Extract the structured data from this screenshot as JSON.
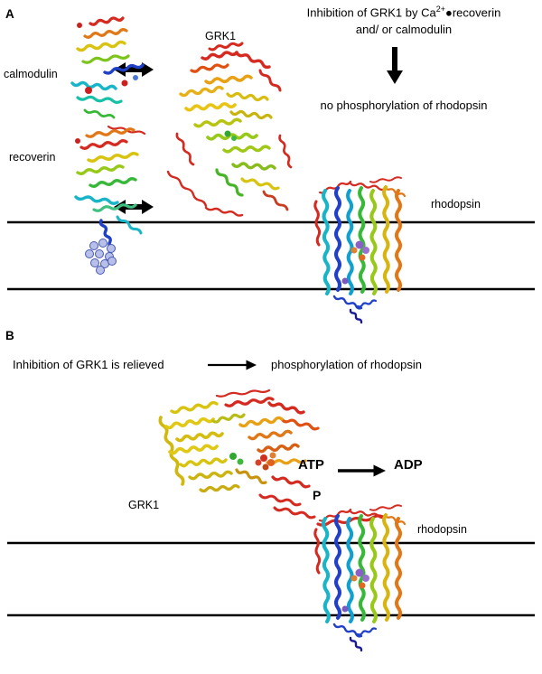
{
  "figure": {
    "background": "#ffffff",
    "membrane_line_color": "#000000",
    "arrow_color": "#000000"
  },
  "palette": {
    "blue": "#2040c8",
    "cyan": "#18b4c8",
    "green": "#38b838",
    "yellow_green": "#98c818",
    "yellow": "#d8c410",
    "orange": "#e07818",
    "red": "#d42a20",
    "sphere_lavender": "#b8c0ea",
    "sphere_purple": "#8a5fc8",
    "calcium_red": "#cc2020"
  },
  "panel_a": {
    "label": "A",
    "calmodulin_label": "calmodulin",
    "grk1_label": "GRK1",
    "recoverin_label": "recoverin",
    "rhodopsin_label": "rhodopsin",
    "heading": {
      "prefix": "Inhibition of GRK1 by Ca",
      "superscript": "2+",
      "suffix": "●recoverin",
      "line2": "and/ or calmodulin"
    },
    "outcome": "no phosphorylation of rhodopsin"
  },
  "panel_b": {
    "label": "B",
    "statement": "Inhibition of GRK1 is relieved",
    "outcome": "phosphorylation of rhodopsin",
    "grk1_label": "GRK1",
    "rhodopsin_label": "rhodopsin",
    "atp_label": "ATP",
    "adp_label": "ADP",
    "phosphate_label": "P"
  }
}
